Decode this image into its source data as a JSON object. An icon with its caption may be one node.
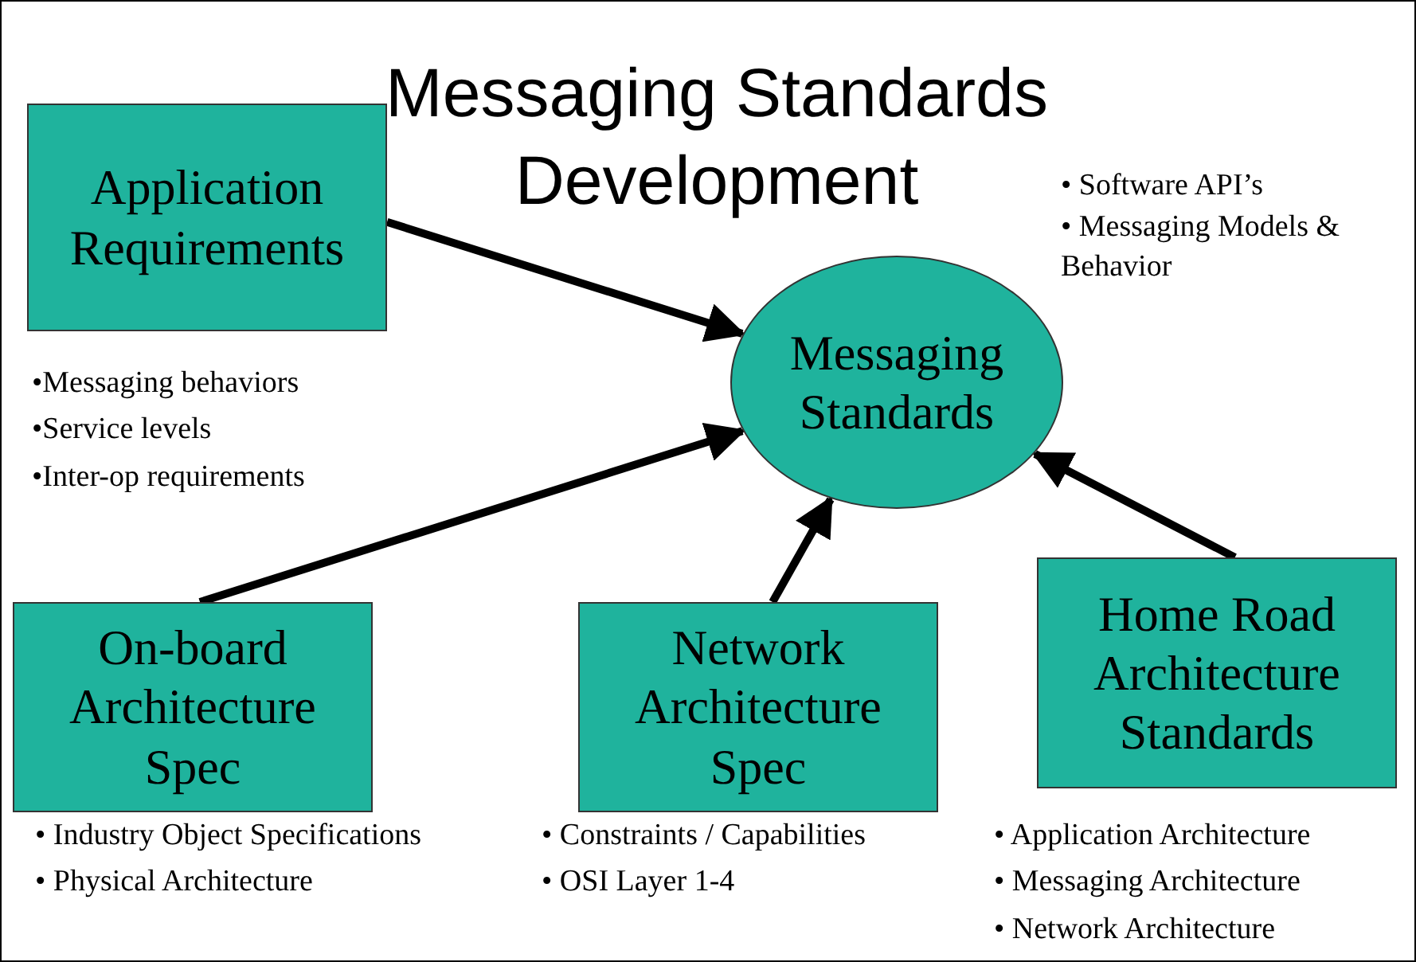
{
  "diagram": {
    "title": "Messaging Standards Development",
    "nodes": [
      {
        "text": [
          "Application Requirements"
        ],
        "beside": [
          "•Messaging behaviors",
          "•Service levels",
          "•Inter-op requirements"
        ]
      },
      {
        "text": [
          "Messaging Standards"
        ],
        "beside": [
          "• Software API’s",
          "• Messaging Models & Behavior"
        ]
      },
      {
        "text": [
          "On-board Architecture Spec"
        ],
        "beside": [
          "• Industry Object Specifications",
          "• Physical Architecture"
        ]
      },
      {
        "text": [
          "Network Architecture Spec"
        ],
        "beside": [
          "• Constraints / Capabilities",
          "• OSI Layer 1-4"
        ]
      },
      {
        "text": [
          "Home Road Architecture Standards"
        ],
        "beside": [
          "• Application Architecture",
          "• Messaging Architecture",
          "• Network Architecture"
        ]
      }
    ],
    "edges": [
      {
        "from": 0,
        "to": 1,
        "arrow": "to"
      },
      {
        "from": 2,
        "to": 1,
        "arrow": "to"
      },
      {
        "from": 3,
        "to": 1,
        "arrow": "to"
      },
      {
        "from": 4,
        "to": 1,
        "arrow": "to"
      }
    ]
  }
}
